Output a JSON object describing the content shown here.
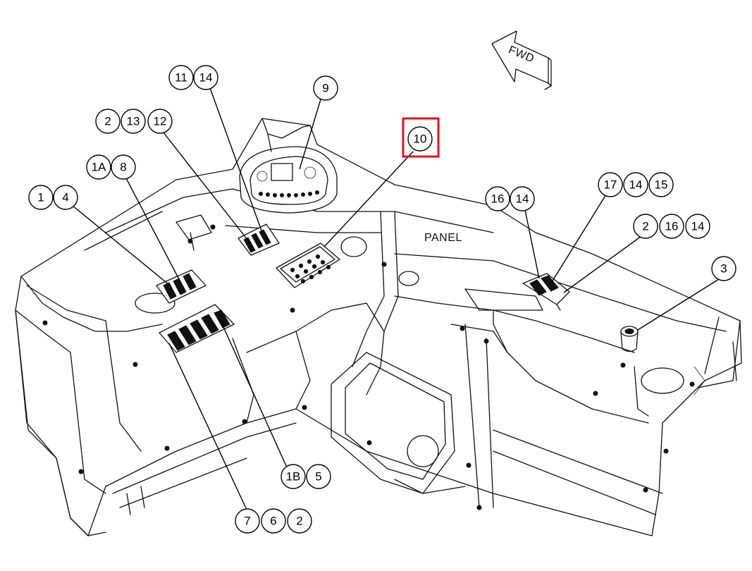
{
  "diagram": {
    "panel_label": "PANEL",
    "fwd_label": "FWD",
    "highlight_color": "#e0151b",
    "callouts": {
      "c11": "11",
      "c14a": "14",
      "c9": "9",
      "c2a": "2",
      "c13": "13",
      "c12": "12",
      "c10": "10",
      "c1A": "1A",
      "c8": "8",
      "c1": "1",
      "c4": "4",
      "c16a": "16",
      "c14b": "14",
      "c17": "17",
      "c14c": "14",
      "c15": "15",
      "c2b": "2",
      "c16b": "16",
      "c14d": "14",
      "c3": "3",
      "c1B": "1B",
      "c5": "5",
      "c7": "7",
      "c6": "6",
      "c2c": "2"
    }
  }
}
